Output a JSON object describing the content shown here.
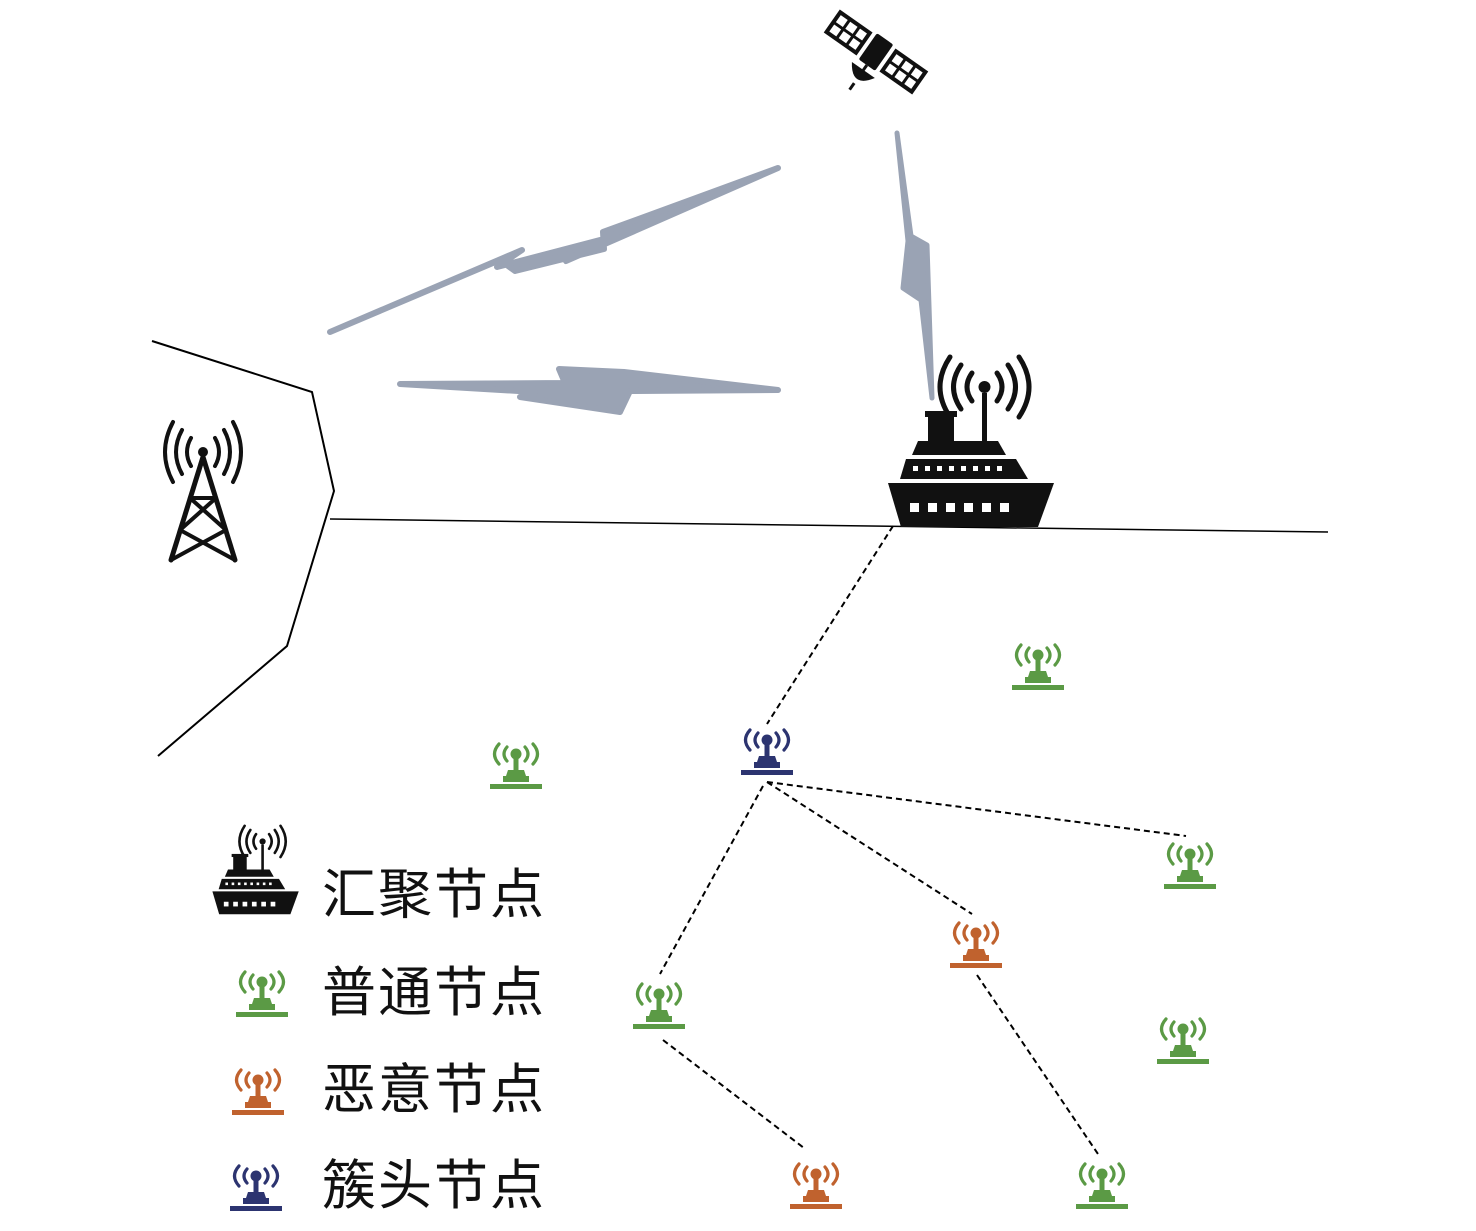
{
  "colors": {
    "sink": "#111111",
    "normal": "#5b9a45",
    "malicious": "#c0622e",
    "cluster_head": "#2c3470",
    "wireless_link": "#9aa3b4",
    "line": "#000000"
  },
  "legend": {
    "items": [
      {
        "key": "sink",
        "label": "汇聚节点",
        "icon": "ship-icon"
      },
      {
        "key": "normal",
        "label": "普通节点",
        "icon": "sensor-node-icon"
      },
      {
        "key": "malicious",
        "label": "恶意节点",
        "icon": "sensor-node-icon"
      },
      {
        "key": "cluster_head",
        "label": "簇头节点",
        "icon": "sensor-node-icon"
      }
    ]
  },
  "entities": {
    "satellite": "satellite-icon",
    "base_station": "cell-tower-icon",
    "sink_node": "ship-icon"
  },
  "nodes": [
    {
      "id": "n1",
      "type": "normal"
    },
    {
      "id": "n2",
      "type": "normal"
    },
    {
      "id": "ch",
      "type": "cluster_head"
    },
    {
      "id": "n3",
      "type": "normal"
    },
    {
      "id": "m1",
      "type": "malicious"
    },
    {
      "id": "n4",
      "type": "normal"
    },
    {
      "id": "n5",
      "type": "normal"
    },
    {
      "id": "m2",
      "type": "malicious"
    },
    {
      "id": "n6",
      "type": "normal"
    }
  ],
  "links": [
    {
      "from": "sink",
      "to": "ch"
    },
    {
      "from": "ch",
      "to": "n3"
    },
    {
      "from": "ch",
      "to": "m1"
    },
    {
      "from": "ch",
      "to": "n4"
    },
    {
      "from": "m1",
      "to": "n6"
    },
    {
      "from": "n4",
      "to": "m2"
    }
  ]
}
